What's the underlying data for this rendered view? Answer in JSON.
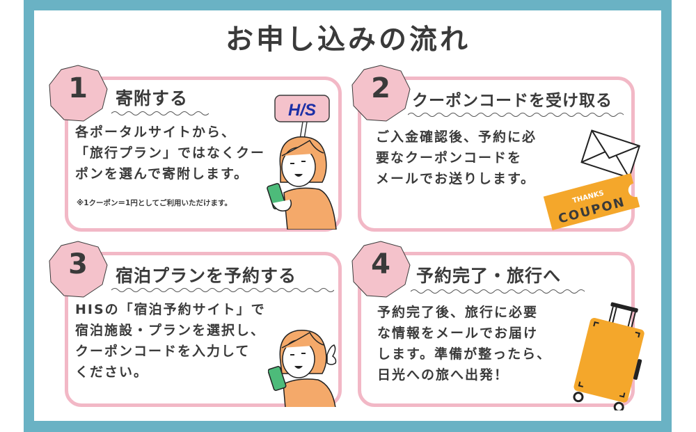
{
  "page": {
    "title": "お申し込みの流れ",
    "colors": {
      "frame": "#6ab2c4",
      "card_border": "#f2b8c6",
      "badge_fill": "#f4c2cb",
      "text": "#3a3a3a",
      "accent_orange": "#f4a72b",
      "his_blue": "#1c2fa6"
    }
  },
  "steps": [
    {
      "number": "1",
      "title": "寄附する",
      "body_lines": [
        "各ポータルサイトから、",
        "「旅行プラン」ではなくクー",
        "ポンを選んで寄附します。"
      ],
      "note": "※1クーポン＝1円としてご利用いただけます。",
      "illustration": "woman-with-phone-his-speech-bubble",
      "speech_bubble": "H/S"
    },
    {
      "number": "2",
      "title": "クーポンコードを受け取る",
      "body_lines": [
        "ご入金確認後、予約に必",
        "要なクーポンコードを",
        "メールでお送りします。"
      ],
      "illustration": "envelope-and-coupon",
      "coupon_top": "THANKS",
      "coupon_main": "COUPON"
    },
    {
      "number": "3",
      "title": "宿泊プランを予約する",
      "body_lines": [
        "HISの「宿泊予約サイト」で",
        "宿泊施設・プランを選択し、",
        "クーポンコードを入力して",
        "ください。"
      ],
      "illustration": "woman-with-phone-ok-sign"
    },
    {
      "number": "4",
      "title": "予約完了・旅行へ",
      "body_lines": [
        "予約完了後、旅行に必要",
        "な情報をメールでお届け",
        "します。準備が整ったら、",
        "日光への旅へ出発！"
      ],
      "illustration": "suitcase"
    }
  ]
}
